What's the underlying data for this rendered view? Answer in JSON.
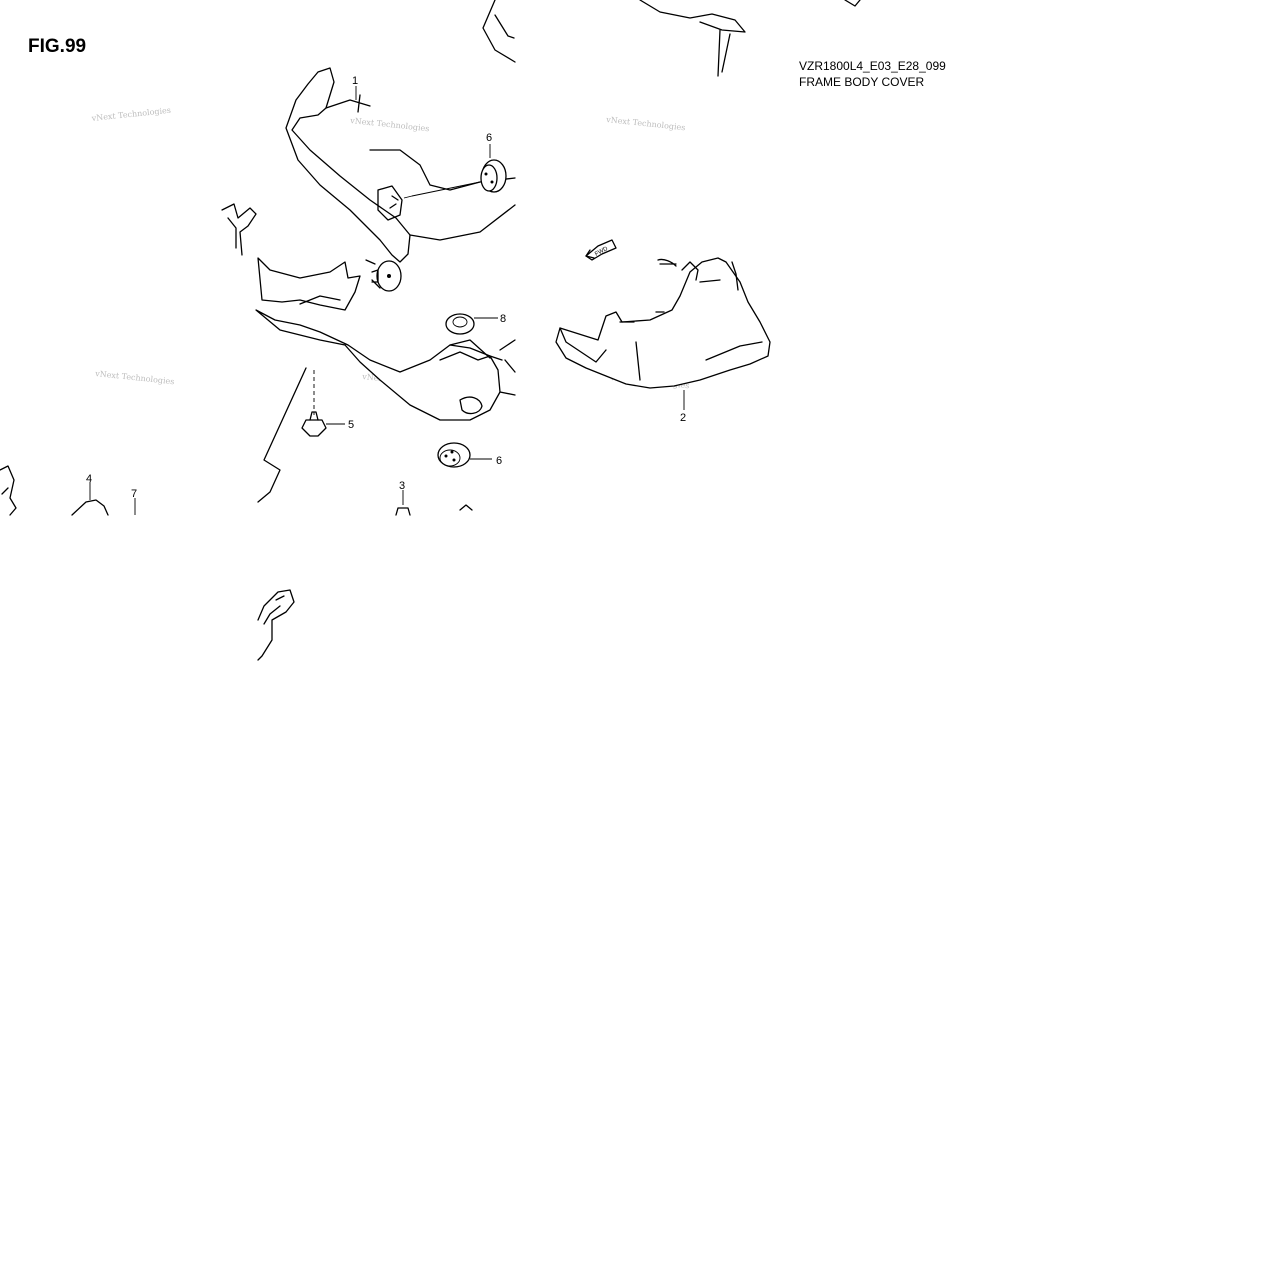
{
  "figure": {
    "label": "FIG.99",
    "code": "VZR1800L4_E03_E28_099",
    "title": "FRAME BODY COVER"
  },
  "callouts": [
    {
      "id": "1",
      "text": "1"
    },
    {
      "id": "2",
      "text": "2"
    },
    {
      "id": "3",
      "text": "3"
    },
    {
      "id": "4",
      "text": "4"
    },
    {
      "id": "5",
      "text": "5"
    },
    {
      "id": "6a",
      "text": "6"
    },
    {
      "id": "6b",
      "text": "6"
    },
    {
      "id": "7",
      "text": "7"
    },
    {
      "id": "8",
      "text": "8"
    }
  ],
  "direction_marker": {
    "text": "FWD"
  },
  "watermark": {
    "text": "vNext Technologies"
  }
}
